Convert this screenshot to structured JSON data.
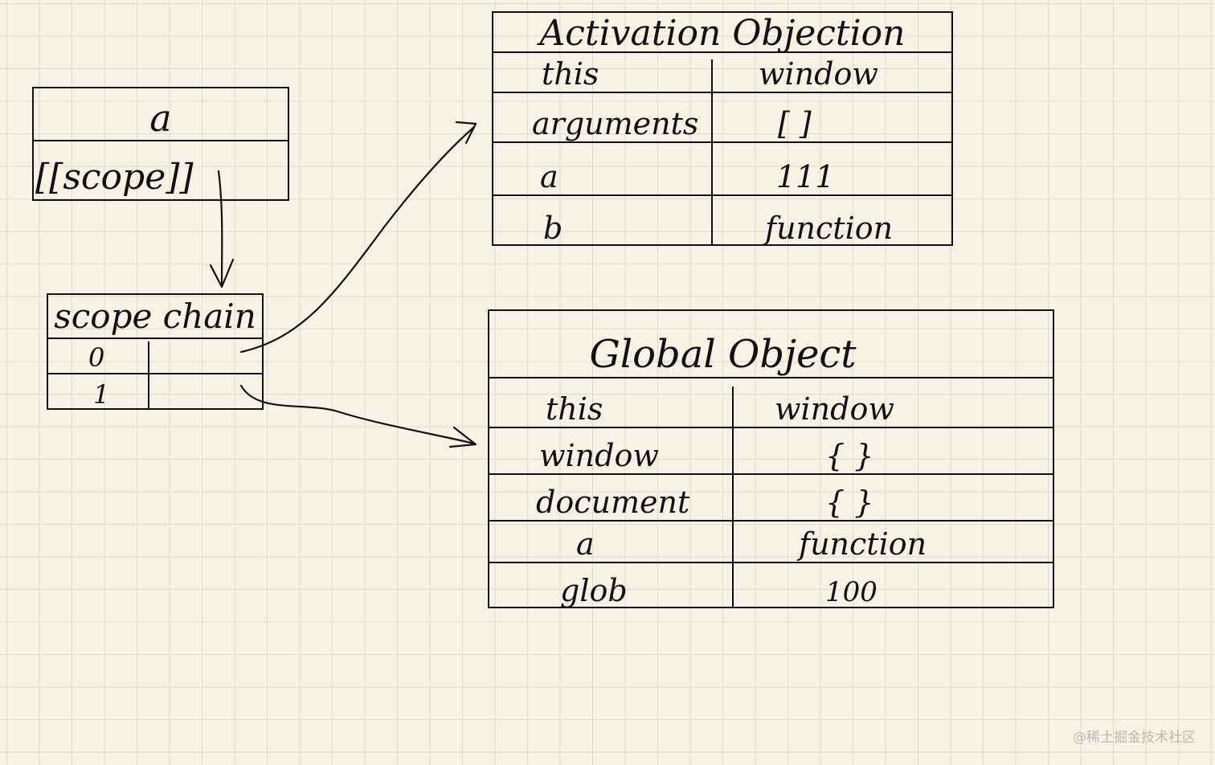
{
  "function_a_box": {
    "name": "a",
    "scope_label": "[[scope]]"
  },
  "scope_chain_box": {
    "title": "scope chain",
    "rows": [
      {
        "index": "0"
      },
      {
        "index": "1"
      }
    ]
  },
  "activation_object": {
    "title": "Activation Objection",
    "rows": [
      {
        "key": "this",
        "value": "window"
      },
      {
        "key": "arguments",
        "value": "[ ]"
      },
      {
        "key": "a",
        "value": "111"
      },
      {
        "key": "b",
        "value": "function"
      }
    ]
  },
  "global_object": {
    "title": "Global Object",
    "rows": [
      {
        "key": "this",
        "value": "window"
      },
      {
        "key": "window",
        "value": "{ }"
      },
      {
        "key": "document",
        "value": "{ }"
      },
      {
        "key": "a",
        "value": "function"
      },
      {
        "key": "glob",
        "value": "100"
      }
    ]
  },
  "watermark": "@稀土掘金技术社区",
  "colors": {
    "ink": "#111111",
    "paper": "#f5f3e6",
    "grid": "#dcdccd",
    "watermark": "#b9b9b0"
  }
}
